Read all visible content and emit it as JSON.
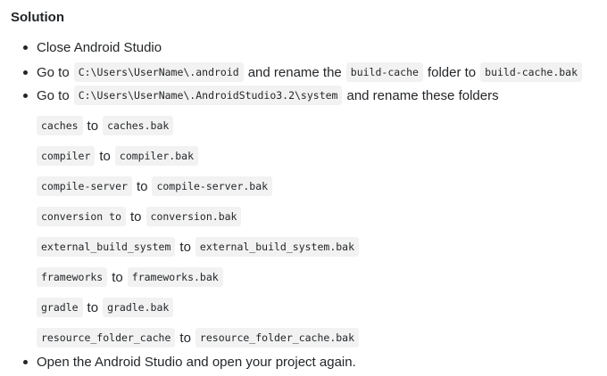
{
  "heading": "Solution",
  "steps": {
    "step1": "Close Android Studio",
    "step2": {
      "prefix": "Go to",
      "path": "C:\\Users\\UserName\\.android",
      "middle": "and rename the",
      "folder": "build-cache",
      "mid2": "folder to",
      "target": "build-cache.bak"
    },
    "step3": {
      "prefix": "Go to",
      "path": "C:\\Users\\UserName\\.AndroidStudio3.2\\system",
      "suffix": "and rename these folders"
    },
    "step4": "Open the Android Studio and open your project again."
  },
  "to_word": "to",
  "folders": [
    {
      "from": "caches",
      "to": "caches.bak"
    },
    {
      "from": "compiler",
      "to": "compiler.bak"
    },
    {
      "from": "compile-server",
      "to": "compile-server.bak"
    },
    {
      "from": "conversion to",
      "to": "conversion.bak"
    },
    {
      "from": "external_build_system",
      "to": "external_build_system.bak"
    },
    {
      "from": "frameworks",
      "to": "frameworks.bak"
    },
    {
      "from": "gradle",
      "to": "gradle.bak"
    },
    {
      "from": "resource_folder_cache",
      "to": "resource_folder_cache.bak"
    }
  ]
}
